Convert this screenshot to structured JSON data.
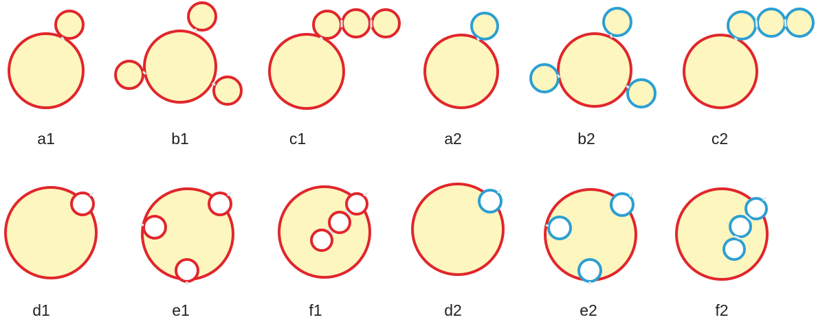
{
  "colors": {
    "fill": "#fdf6bf",
    "red": "#e1262b",
    "blue": "#2c9fd2",
    "junction": "#dfe9ec"
  },
  "panels": [
    {
      "key": "a1",
      "label": "a1"
    },
    {
      "key": "b1",
      "label": "b1"
    },
    {
      "key": "c1",
      "label": "c1"
    },
    {
      "key": "a2",
      "label": "a2"
    },
    {
      "key": "b2",
      "label": "b2"
    },
    {
      "key": "c2",
      "label": "c2"
    },
    {
      "key": "d1",
      "label": "d1"
    },
    {
      "key": "e1",
      "label": "e1"
    },
    {
      "key": "f1",
      "label": "f1"
    },
    {
      "key": "d2",
      "label": "d2"
    },
    {
      "key": "e2",
      "label": "e2"
    },
    {
      "key": "f2",
      "label": "f2"
    }
  ]
}
